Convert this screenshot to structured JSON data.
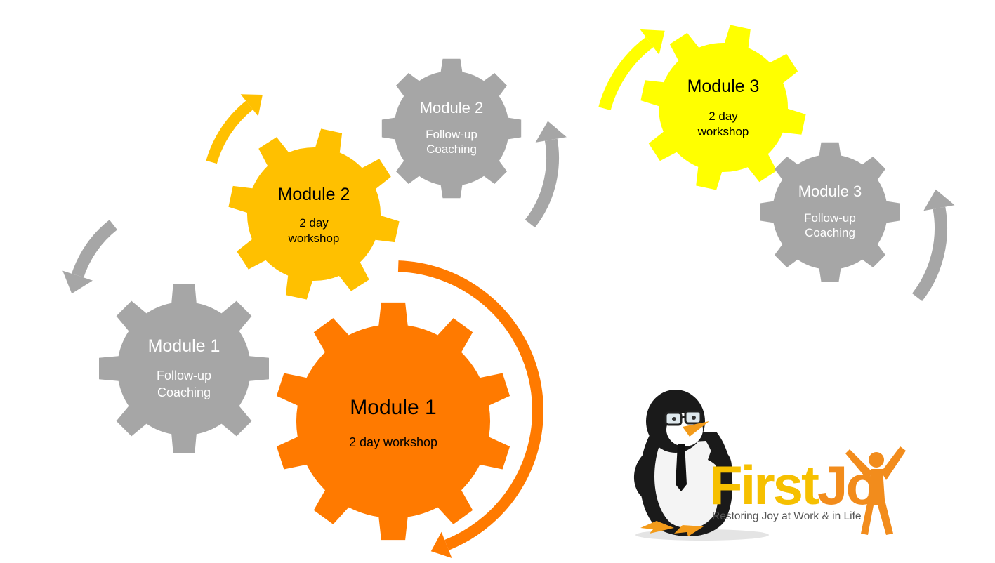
{
  "colors": {
    "orange": "#FF7A00",
    "gold": "#FFC000",
    "yellow": "#FFFF00",
    "gray": "#A6A6A6",
    "white": "#FFFFFF",
    "black": "#000000"
  },
  "gears": {
    "m1_workshop": {
      "title": "Module 1",
      "lines": [
        "2 day workshop"
      ],
      "color": "orange",
      "text_color": "black"
    },
    "m1_coaching": {
      "title": "Module 1",
      "lines": [
        "Follow-up",
        "Coaching"
      ],
      "color": "gray",
      "text_color": "white"
    },
    "m2_workshop": {
      "title": "Module 2",
      "lines": [
        "2 day",
        "workshop"
      ],
      "color": "gold",
      "text_color": "black"
    },
    "m2_coaching": {
      "title": "Module 2",
      "lines": [
        "Follow-up",
        "Coaching"
      ],
      "color": "gray",
      "text_color": "white"
    },
    "m3_workshop": {
      "title": "Module 3",
      "lines": [
        "2 day",
        "workshop"
      ],
      "color": "yellow",
      "text_color": "black"
    },
    "m3_coaching": {
      "title": "Module 3",
      "lines": [
        "Follow-up",
        "Coaching"
      ],
      "color": "gray",
      "text_color": "white"
    }
  },
  "logo": {
    "word_first": "First",
    "word_jo": "Jo",
    "tagline": "Restoring Joy at Work & in Life",
    "mascot_icon": "penguin-mascot-icon",
    "figure_icon": "jumping-person-icon"
  }
}
